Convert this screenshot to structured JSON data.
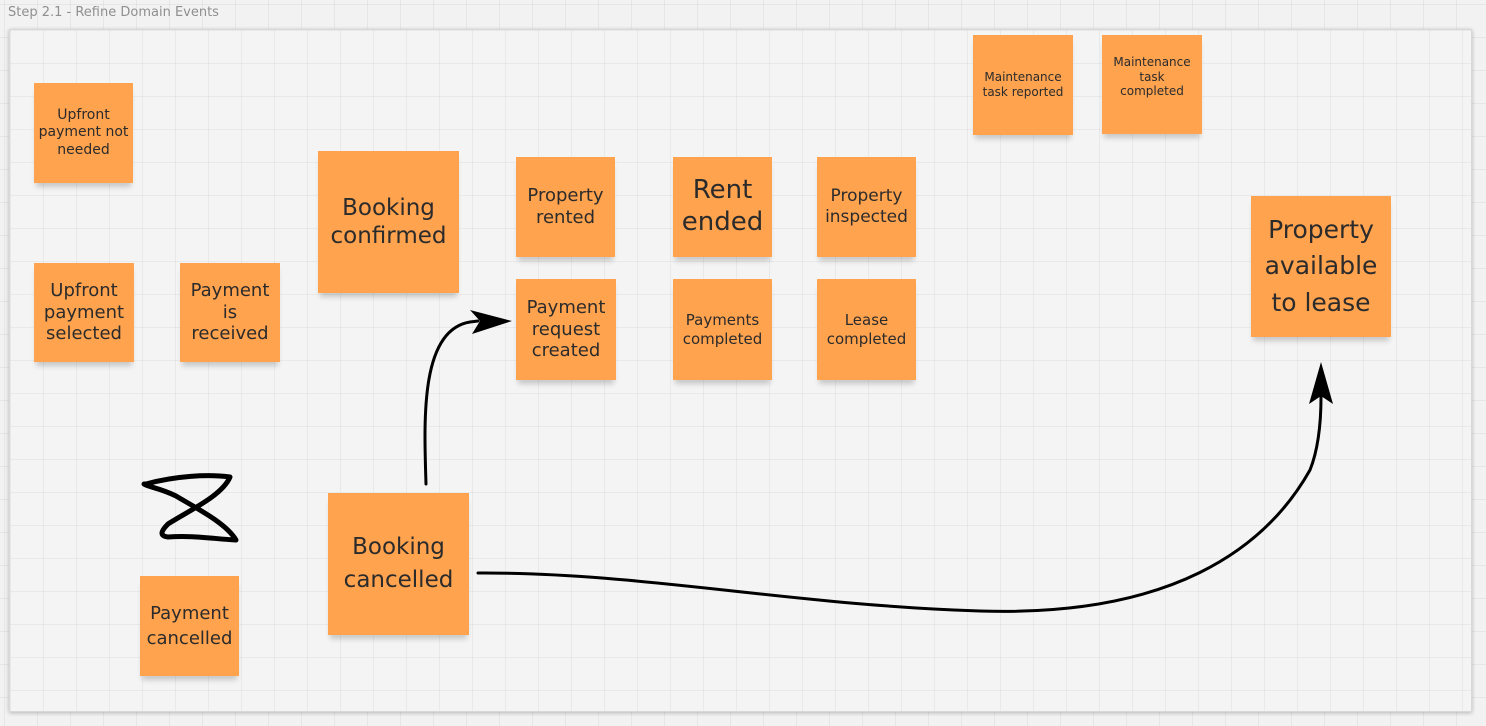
{
  "frame": {
    "title": "Step 2.1 - Refine Domain Events"
  },
  "stickies": {
    "upfront_not_needed": "Upfront payment not needed",
    "upfront_selected": "Upfront payment selected",
    "payment_received": "Payment is received",
    "booking_confirmed": "Booking confirmed",
    "property_rented": "Property rented",
    "rent_ended": "Rent ended",
    "property_inspected": "Property inspected",
    "payment_request_created": "Payment request created",
    "payments_completed": "Payments completed",
    "lease_completed": "Lease completed",
    "maintenance_reported": "Maintenance task reported",
    "maintenance_completed": "Maintenance task completed",
    "property_available": "Property available to lease",
    "booking_cancelled": "Booking cancelled",
    "payment_cancelled": "Payment cancelled"
  },
  "colors": {
    "sticky": "#ffa34f",
    "connector": "#000000",
    "canvas": "#f2f2f2"
  },
  "icons": {
    "hourglass": "hourglass-scribble-icon"
  }
}
